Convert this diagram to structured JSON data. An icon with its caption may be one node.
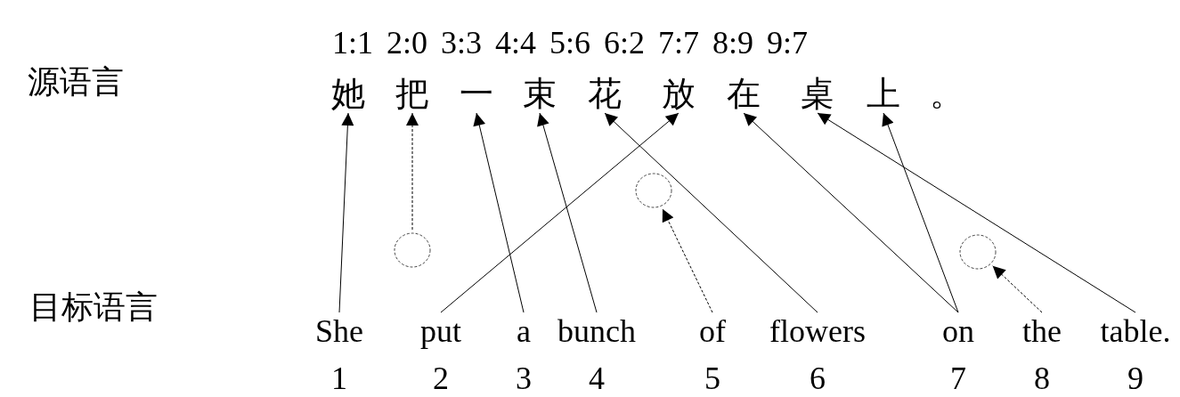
{
  "diagram": {
    "nodes": [
      {
        "text": [
          "她"
        ]
      },
      {
        "text": [
          "把"
        ]
      },
      {
        "text": [
          "一"
        ]
      },
      {
        "text": [
          "束"
        ]
      },
      {
        "text": [
          "花"
        ]
      },
      {
        "text": [
          "放"
        ]
      },
      {
        "text": [
          "在"
        ]
      },
      {
        "text": [
          "桌"
        ]
      },
      {
        "text": [
          "上"
        ]
      },
      {
        "text": [
          "。"
        ]
      },
      {
        "text": [],
        "shape": "circle"
      },
      {
        "text": [],
        "shape": "circle"
      },
      {
        "text": [],
        "shape": "circle"
      },
      {
        "text": [
          "She"
        ]
      },
      {
        "text": [
          "put"
        ]
      },
      {
        "text": [
          "a"
        ]
      },
      {
        "text": [
          "bunch"
        ]
      },
      {
        "text": [
          "of"
        ]
      },
      {
        "text": [
          "flowers"
        ]
      },
      {
        "text": [
          "on"
        ]
      },
      {
        "text": [
          "the"
        ]
      },
      {
        "text": [
          "table."
        ]
      }
    ],
    "edges": [
      {
        "from": 13,
        "to": 0,
        "arrow": "to"
      },
      {
        "from": 12,
        "to": 1,
        "arrow": "to",
        "style": "dashed"
      },
      {
        "from": 14,
        "to": 5,
        "arrow": "to"
      },
      {
        "from": 15,
        "to": 2,
        "arrow": "to"
      },
      {
        "from": 16,
        "to": 3,
        "arrow": "to"
      },
      {
        "from": 17,
        "to": 10,
        "arrow": "to",
        "style": "dashed"
      },
      {
        "from": 18,
        "to": 4,
        "arrow": "to"
      },
      {
        "from": 19,
        "to": 6,
        "arrow": "to"
      },
      {
        "from": 19,
        "to": 8,
        "arrow": "to"
      },
      {
        "from": 20,
        "to": 11,
        "arrow": "to",
        "style": "dashed"
      },
      {
        "from": 21,
        "to": 7,
        "arrow": "to"
      }
    ],
    "labels": [
      "1:1 2:0 3:3 4:4 5:6 6:2 7:7 8:9 9:7",
      "源语言",
      "目标语言",
      "1",
      "2",
      "3",
      "4",
      "5",
      "6",
      "7",
      "8",
      "9"
    ]
  }
}
